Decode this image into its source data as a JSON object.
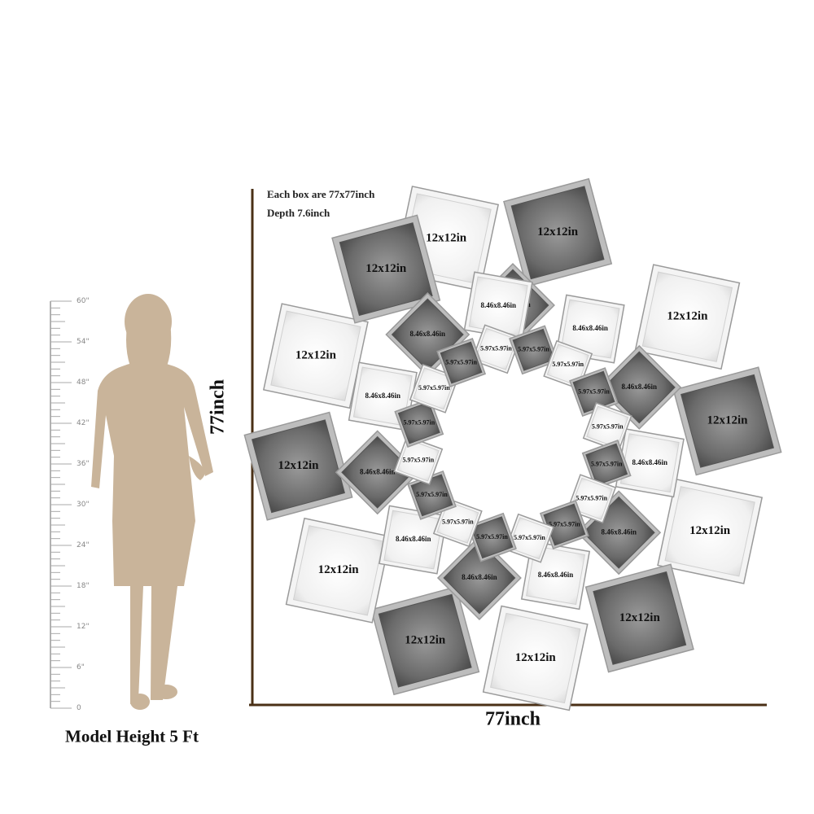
{
  "notes": {
    "box_size": "Each box are 77x77inch",
    "depth": "Depth 7.6inch"
  },
  "dimensions": {
    "height": "77inch",
    "width": "77inch"
  },
  "model_caption": "Model Height 5 Ft",
  "ruler": {
    "labels": [
      "60\"",
      "54\"",
      "48\"",
      "42\"",
      "36\"",
      "30\"",
      "24\"",
      "18\"",
      "12\"",
      "6\"",
      "0"
    ]
  },
  "colors": {
    "dark_box": "#6e6e6e",
    "light_box": "#eeeeee",
    "axis": "#4a3016",
    "silhouette": "#c9b49a"
  },
  "boxes": {
    "outer": [
      {
        "label": "12x12in",
        "shade": "light"
      },
      {
        "label": "12x12in",
        "shade": "dark"
      },
      {
        "label": "12x12in",
        "shade": "light"
      },
      {
        "label": "12x12in",
        "shade": "dark"
      },
      {
        "label": "12x12in",
        "shade": "light"
      },
      {
        "label": "12x12in",
        "shade": "dark"
      },
      {
        "label": "12x12in",
        "shade": "light"
      },
      {
        "label": "12x12in",
        "shade": "dark"
      },
      {
        "label": "12x12in",
        "shade": "light"
      },
      {
        "label": "12x12in",
        "shade": "dark"
      },
      {
        "label": "12x12in",
        "shade": "light"
      },
      {
        "label": "12x12in",
        "shade": "dark"
      }
    ],
    "middle": [
      {
        "label": "8.46x8.46in",
        "shade": "dark"
      },
      {
        "label": "8.46x8.46in",
        "shade": "light"
      },
      {
        "label": "8.46x8.46in",
        "shade": "dark"
      },
      {
        "label": "8.46x8.46in",
        "shade": "light"
      },
      {
        "label": "8.46x8.46in",
        "shade": "dark"
      },
      {
        "label": "8.46x8.46in",
        "shade": "light"
      },
      {
        "label": "8.46x8.46in",
        "shade": "dark"
      },
      {
        "label": "8.46x8.46in",
        "shade": "light"
      },
      {
        "label": "8.46x8.46in",
        "shade": "dark"
      },
      {
        "label": "8.46x8.46in",
        "shade": "light"
      },
      {
        "label": "8.46x8.46in",
        "shade": "dark"
      },
      {
        "label": "8.46x8.46in",
        "shade": "light"
      }
    ],
    "inner": [
      {
        "label": "5.97x5.97in",
        "shade": "light"
      },
      {
        "label": "5.97x5.97in",
        "shade": "dark"
      },
      {
        "label": "5.97x5.97in",
        "shade": "light"
      },
      {
        "label": "5.97x5.97in",
        "shade": "dark"
      },
      {
        "label": "5.97x5.97in",
        "shade": "light"
      },
      {
        "label": "5.97x5.97in",
        "shade": "dark"
      },
      {
        "label": "5.97x5.97in",
        "shade": "light"
      },
      {
        "label": "5.97x5.97in",
        "shade": "dark"
      },
      {
        "label": "5.97x5.97in",
        "shade": "light"
      },
      {
        "label": "5.97x5.97in",
        "shade": "dark"
      },
      {
        "label": "5.97x5.97in",
        "shade": "light"
      },
      {
        "label": "5.97x5.97in",
        "shade": "dark"
      },
      {
        "label": "5.97x5.97in",
        "shade": "light"
      },
      {
        "label": "5.97x5.97in",
        "shade": "dark"
      },
      {
        "label": "5.97x5.97in",
        "shade": "light"
      },
      {
        "label": "5.97x5.97in",
        "shade": "dark"
      }
    ]
  }
}
